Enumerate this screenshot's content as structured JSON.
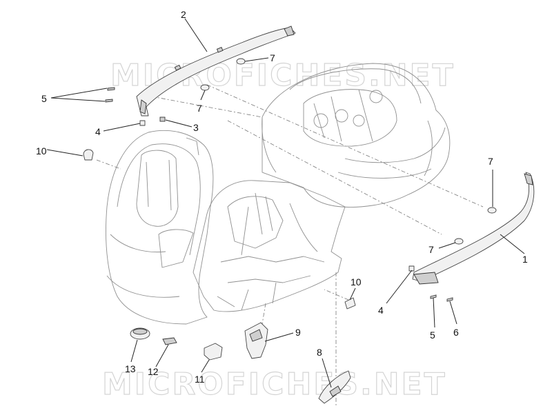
{
  "watermark": {
    "text": "MICROFICHES.NET"
  },
  "callouts": {
    "c1": "1",
    "c2": "2",
    "c3": "3",
    "c4a": "4",
    "c4b": "4",
    "c5a": "5",
    "c5b": "5",
    "c6": "6",
    "c7a": "7",
    "c7b": "7",
    "c7c": "7",
    "c7d": "7",
    "c8": "8",
    "c9": "9",
    "c10a": "10",
    "c10b": "10",
    "c11": "11",
    "c12": "12",
    "c13": "13"
  }
}
